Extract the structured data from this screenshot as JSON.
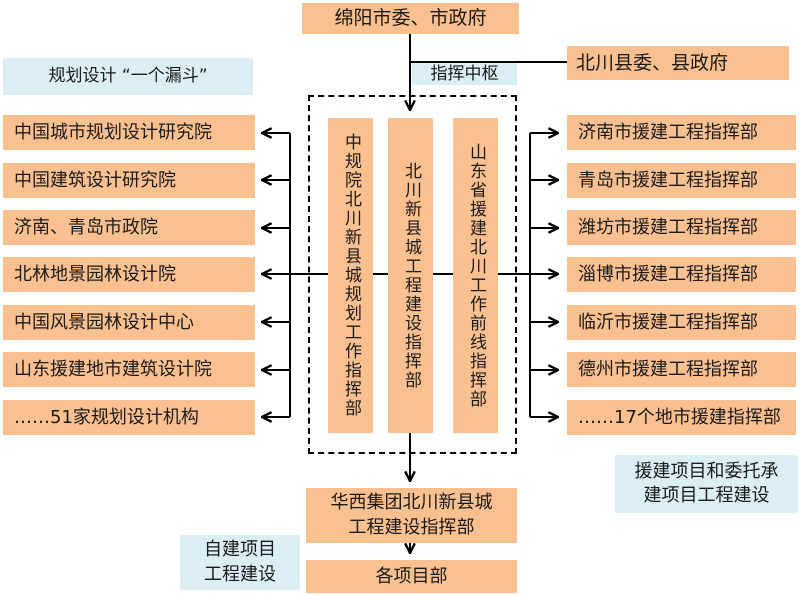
{
  "colors": {
    "orange": "#FAC090",
    "blue": "#DAEEF3",
    "line": "#000000",
    "text": "#1A1A1A"
  },
  "top": {
    "mianyang": "绵阳市委、市政府",
    "command_hub": "指挥中枢",
    "beichuan_county": "北川县委、县政府"
  },
  "left": {
    "header": "规划设计 “一个漏斗”",
    "items": [
      "中国城市规划设计研究院",
      "中国建筑设计研究院",
      "济南、青岛市政院",
      "北林地景园林设计院",
      "中国风景园林设计中心",
      "山东援建地市建筑设计院",
      "……51家规划设计机构"
    ]
  },
  "center": {
    "columns": [
      "中规院北川新县城规划工作指挥部",
      "北川新县城工程建设指挥部",
      "山东省援建北川工作前线指挥部"
    ]
  },
  "right": {
    "items": [
      "济南市援建工程指挥部",
      "青岛市援建工程指挥部",
      "潍坊市援建工程指挥部",
      "淄博市援建工程指挥部",
      "临沂市援建工程指挥部",
      "德州市援建工程指挥部",
      "……17个地市援建指挥部"
    ],
    "note_lines": [
      "援建项目和委托承",
      "建项目工程建设"
    ]
  },
  "bottom": {
    "huaxi_lines": [
      "华西集团北川新县城",
      "工程建设指挥部"
    ],
    "departments": "各项目部",
    "self_note_lines": [
      "自建项目",
      "工程建设"
    ]
  }
}
